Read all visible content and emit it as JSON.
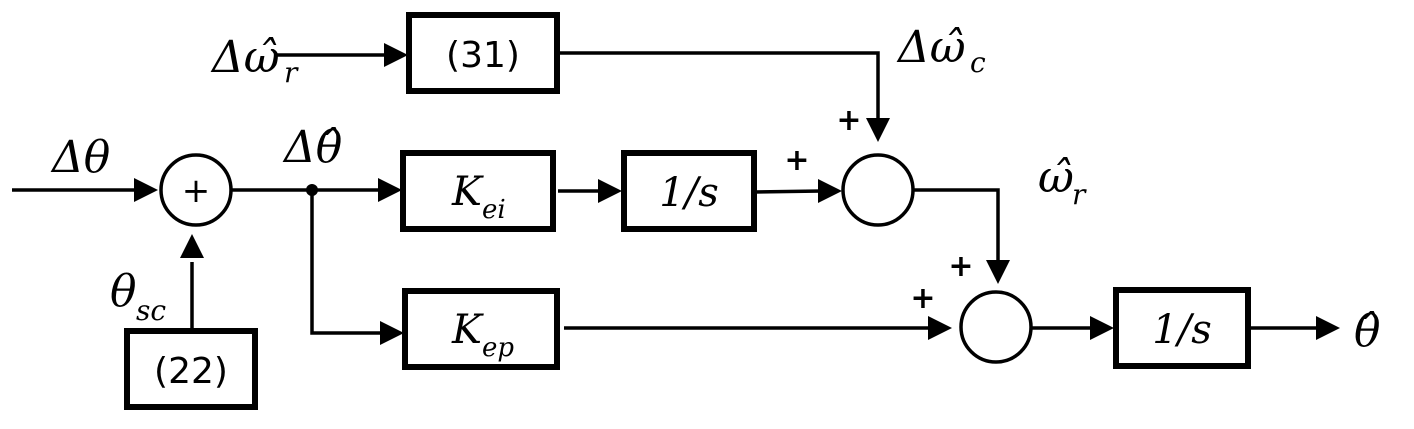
{
  "diagram": {
    "type": "control-block-diagram",
    "signals": {
      "delta_theta": {
        "base": "Δθ",
        "sub": ""
      },
      "delta_omega_r_hat": {
        "base": "Δω̂",
        "sub": "r"
      },
      "delta_omega_c_hat": {
        "base": "Δω̂",
        "sub": "c"
      },
      "delta_theta_hat": {
        "base": "Δθ̂",
        "sub": ""
      },
      "theta_sc": {
        "base": "θ",
        "sub": "sc"
      },
      "omega_r_hat": {
        "base": "ω̂",
        "sub": "r"
      },
      "theta_hat": {
        "base": "θ̂",
        "sub": ""
      }
    },
    "blocks": {
      "eq31": {
        "label": "(31)"
      },
      "eq22": {
        "label": "(22)"
      },
      "kei": {
        "base": "K",
        "sub": "ei"
      },
      "kep": {
        "base": "K",
        "sub": "ep"
      },
      "int1": {
        "label": "1/s"
      },
      "int2": {
        "label": "1/s"
      }
    },
    "summers": {
      "sum1": {
        "symbol": "+"
      },
      "sum2": {
        "inputs": [
          "+",
          "+"
        ]
      },
      "sum3": {
        "inputs": [
          "+",
          "+"
        ]
      }
    },
    "edges": [
      {
        "from": "delta_theta",
        "to": "sum1"
      },
      {
        "from": "eq22",
        "to": "sum1",
        "label": "theta_sc"
      },
      {
        "from": "sum1",
        "to": "kei",
        "label": "delta_theta_hat"
      },
      {
        "from": "sum1",
        "to": "kep"
      },
      {
        "from": "delta_omega_r_hat",
        "to": "eq31"
      },
      {
        "from": "eq31",
        "to": "sum2",
        "label": "delta_omega_c_hat",
        "sign": "+"
      },
      {
        "from": "kei",
        "to": "int1"
      },
      {
        "from": "int1",
        "to": "sum2",
        "sign": "+"
      },
      {
        "from": "sum2",
        "to": "sum3",
        "label": "omega_r_hat",
        "sign": "+"
      },
      {
        "from": "kep",
        "to": "sum3",
        "sign": "+"
      },
      {
        "from": "sum3",
        "to": "int2"
      },
      {
        "from": "int2",
        "to": "theta_hat"
      }
    ]
  }
}
